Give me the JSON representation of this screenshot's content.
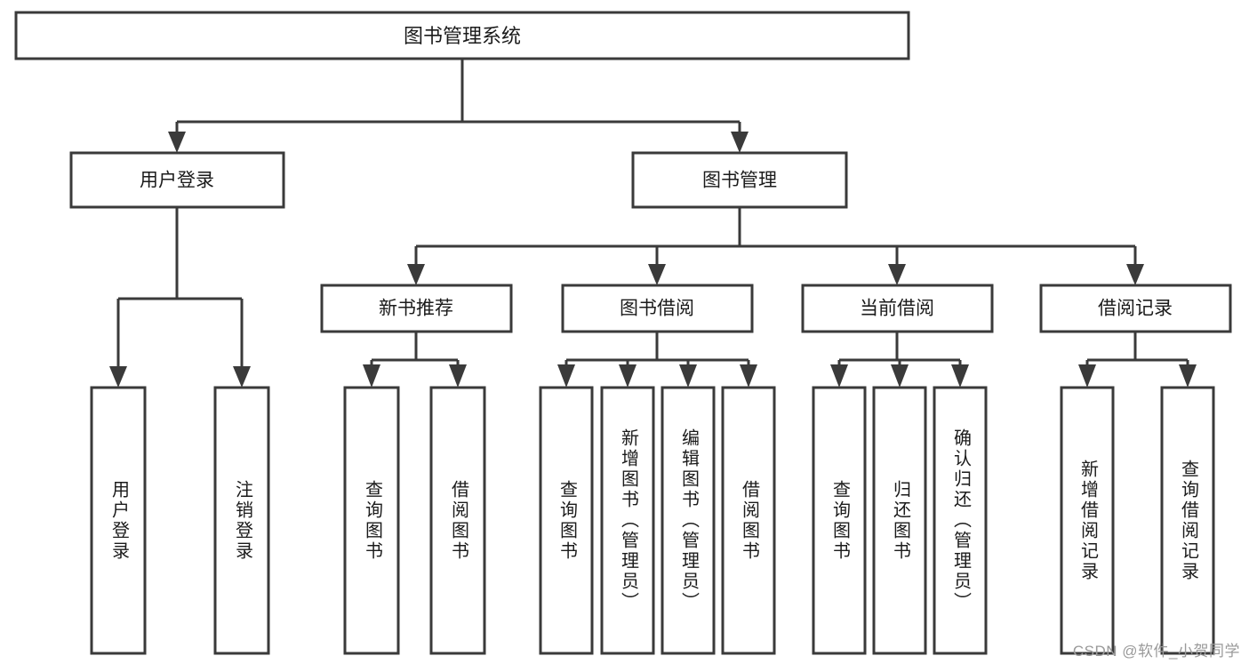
{
  "diagram": {
    "title": "图书管理系统",
    "type": "hierarchy-tree",
    "root": {
      "id": "root",
      "label": "图书管理系统"
    },
    "level2": [
      {
        "id": "user-login",
        "label": "用户登录"
      },
      {
        "id": "book-manage",
        "label": "图书管理"
      }
    ],
    "level3": [
      {
        "id": "new-book-recommend",
        "label": "新书推荐",
        "parent": "book-manage"
      },
      {
        "id": "book-borrow",
        "label": "图书借阅",
        "parent": "book-manage"
      },
      {
        "id": "current-borrow",
        "label": "当前借阅",
        "parent": "book-manage"
      },
      {
        "id": "borrow-record",
        "label": "借阅记录",
        "parent": "book-manage"
      }
    ],
    "leaves": [
      {
        "id": "leaf-user-login",
        "label": "用户登录",
        "parent": "user-login"
      },
      {
        "id": "leaf-logout-login",
        "label": "注销登录",
        "parent": "user-login"
      },
      {
        "id": "leaf-query-book-1",
        "label": "查询图书",
        "parent": "new-book-recommend"
      },
      {
        "id": "leaf-borrow-book-1",
        "label": "借阅图书",
        "parent": "new-book-recommend"
      },
      {
        "id": "leaf-query-book-2",
        "label": "查询图书",
        "parent": "book-borrow"
      },
      {
        "id": "leaf-add-book",
        "label": "新增图书（管理员）",
        "parent": "book-borrow"
      },
      {
        "id": "leaf-edit-book",
        "label": "编辑图书（管理员）",
        "parent": "book-borrow"
      },
      {
        "id": "leaf-borrow-book-2",
        "label": "借阅图书",
        "parent": "book-borrow"
      },
      {
        "id": "leaf-query-book-3",
        "label": "查询图书",
        "parent": "current-borrow"
      },
      {
        "id": "leaf-return-book",
        "label": "归还图书",
        "parent": "current-borrow"
      },
      {
        "id": "leaf-confirm-return",
        "label": "确认归还（管理员）",
        "parent": "current-borrow"
      },
      {
        "id": "leaf-add-record",
        "label": "新增借阅记录",
        "parent": "borrow-record"
      },
      {
        "id": "leaf-query-record",
        "label": "查询借阅记录",
        "parent": "borrow-record"
      }
    ],
    "colors": {
      "stroke": "#3a3a3a",
      "fill": "#ffffff",
      "text": "#1b1b1b",
      "watermark": "#9a9a9a"
    }
  },
  "watermark": {
    "text": "CSDN @软件_小贺同学"
  }
}
